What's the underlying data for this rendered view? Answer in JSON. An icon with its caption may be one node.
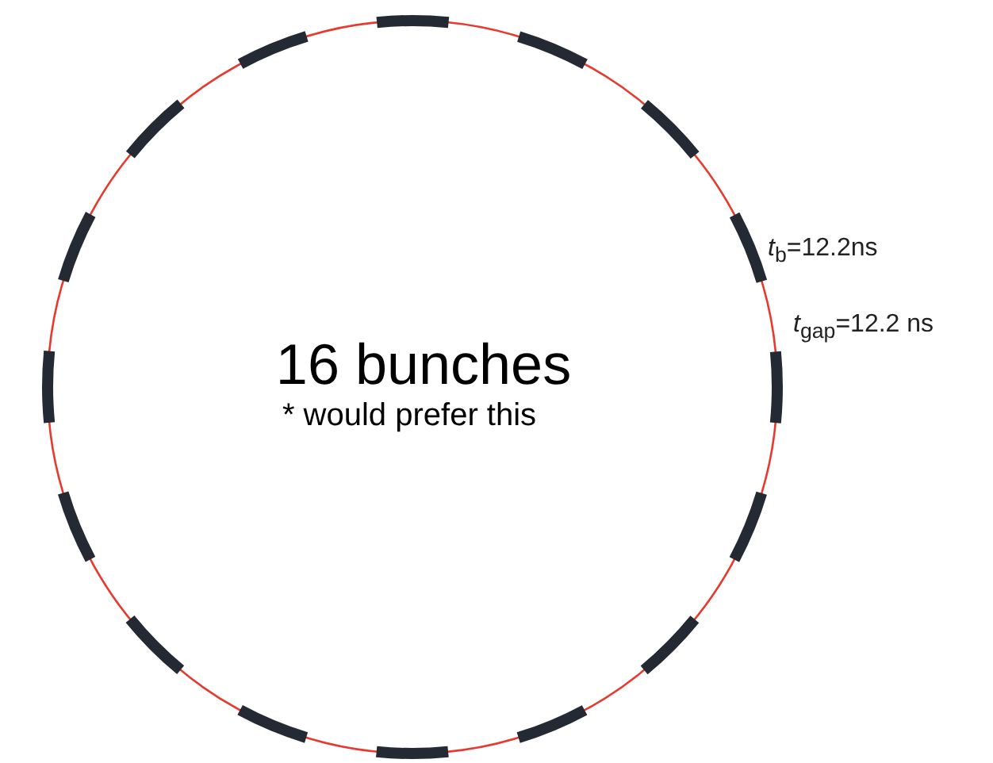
{
  "diagram": {
    "nodes": [
      {
        "text": [
          "16 bunches",
          "* would prefer this"
        ]
      }
    ],
    "labels": [
      "*t*$_{b}$=12.2ns",
      "*t*$_{gap}$=12.2 ns"
    ]
  }
}
